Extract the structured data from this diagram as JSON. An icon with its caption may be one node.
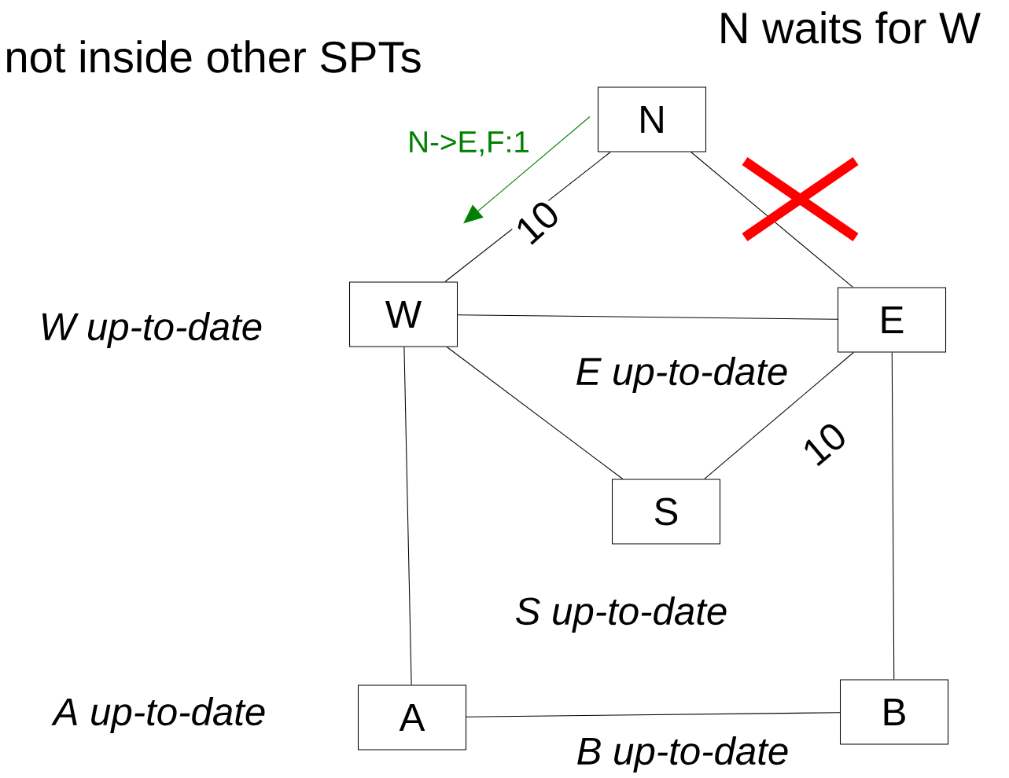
{
  "diagram": {
    "nodes": [
      {
        "text": [
          "N"
        ]
      },
      {
        "text": [
          "W"
        ],
        "beside": [
          "W up-to-date"
        ]
      },
      {
        "text": [
          "E"
        ],
        "beside": [
          "E up-to-date"
        ]
      },
      {
        "text": [
          "S"
        ],
        "beside": [
          "S up-to-date"
        ]
      },
      {
        "text": [
          "A"
        ],
        "beside": [
          "A up-to-date"
        ]
      },
      {
        "text": [
          "B"
        ],
        "beside": [
          "B up-to-date"
        ]
      }
    ],
    "edges": [
      {
        "from": 0,
        "to": 1,
        "arrow": "none",
        "label": "10"
      },
      {
        "from": 0,
        "to": 2,
        "arrow": "none"
      },
      {
        "from": 1,
        "to": 2,
        "arrow": "none"
      },
      {
        "from": 1,
        "to": 3,
        "arrow": "none"
      },
      {
        "from": 3,
        "to": 2,
        "arrow": "none",
        "label": "10"
      },
      {
        "from": 1,
        "to": 4,
        "arrow": "none"
      },
      {
        "from": 2,
        "to": 5,
        "arrow": "none"
      },
      {
        "from": 4,
        "to": 5,
        "arrow": "none"
      },
      {
        "from": 0,
        "to": 1,
        "arrow": "to",
        "label": "N->E,F:1",
        "color": "#008000"
      }
    ],
    "labels": [
      "N waits for W",
      "not inside other SPTs"
    ]
  }
}
